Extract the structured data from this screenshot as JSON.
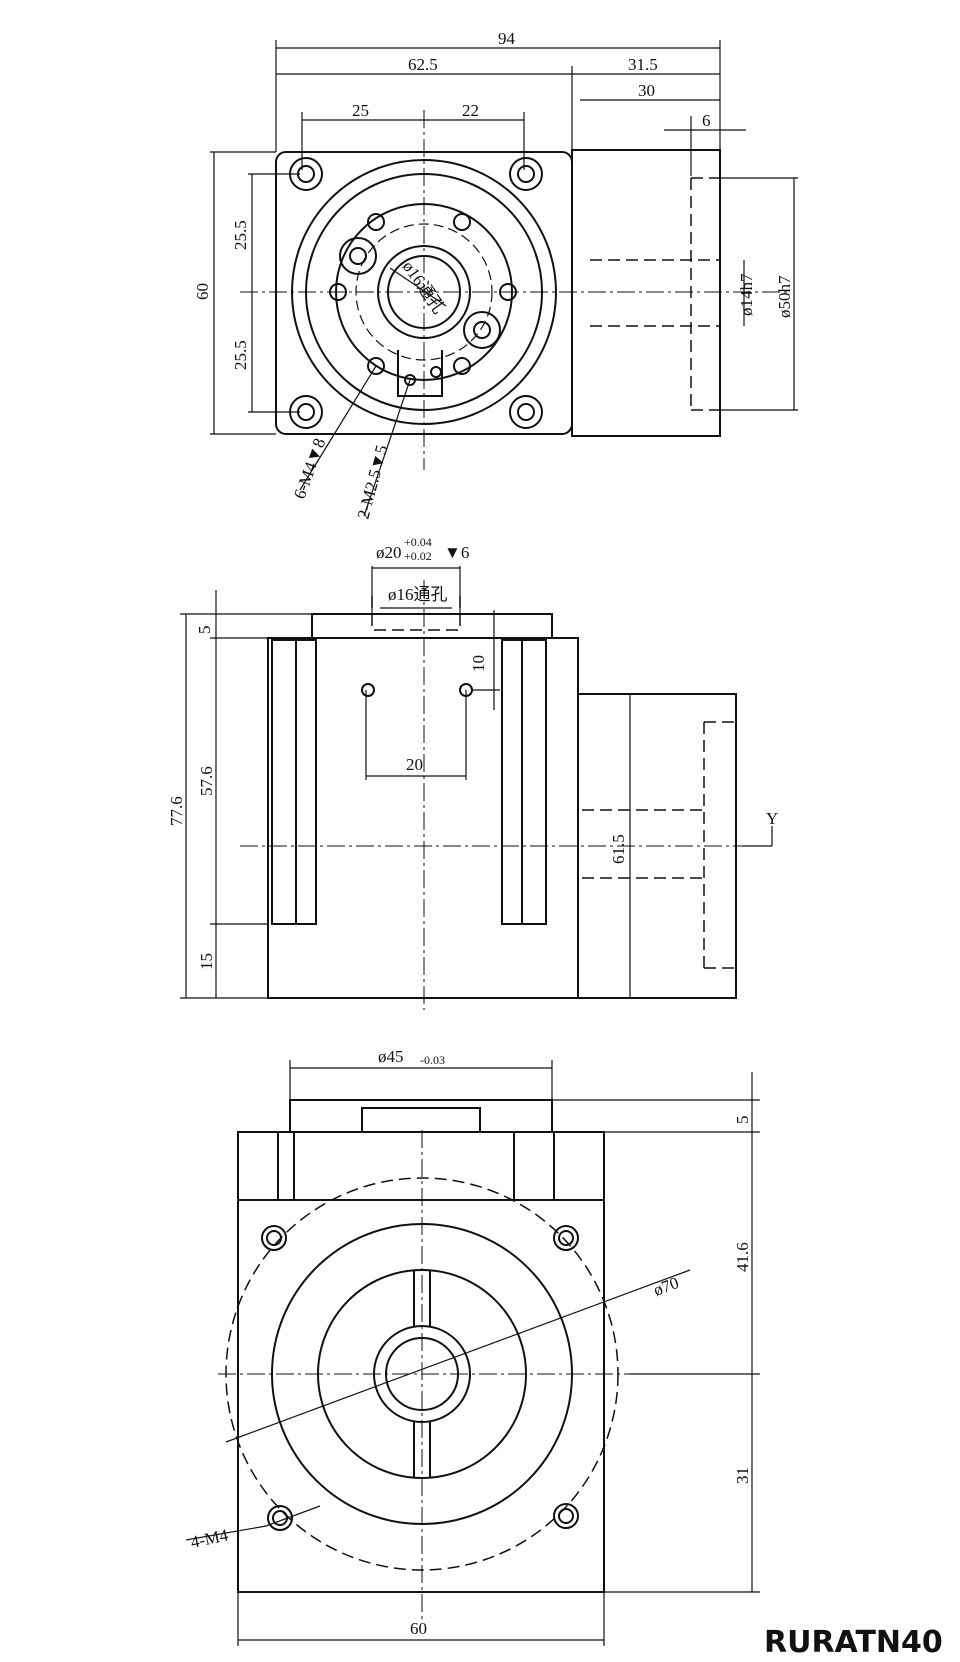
{
  "model": "RURATN40",
  "top_view": {
    "dims": {
      "overall_width": "94",
      "body_width": "62.5",
      "input_length": "31.5",
      "input_shaft": "30",
      "flange_thickness": "6",
      "left_hole_offset": "25",
      "right_hole_offset": "22",
      "height": "60",
      "upper_half": "25.5",
      "lower_half": "25.5",
      "shaft_dia": "ø14h7",
      "flange_dia": "ø50h7",
      "bore": "ø16通孔",
      "tapped_holes": "6-M4▼8",
      "small_tapped_holes": "2-M2.5▼5"
    }
  },
  "front_view": {
    "dims": {
      "counterbore": "ø20",
      "counterbore_tol_upper": "+0.04",
      "counterbore_tol_lower": "+0.02",
      "counterbore_depth": "▼6",
      "bore": "ø16通孔",
      "collar_height": "5",
      "hole_spacing_v": "10",
      "hole_spacing_h": "20",
      "total_height": "77.6",
      "body_height": "57.6",
      "base_height": "15",
      "input_center": "61.5",
      "view_mark": "Y"
    }
  },
  "side_view": {
    "dims": {
      "pilot_dia": "ø45",
      "pilot_tol": "-0.03",
      "pilot_height": "5",
      "upper_height": "41.6",
      "lower_height": "31",
      "bolt_circle": "ø70",
      "tapped_holes": "4-M4",
      "width": "60"
    }
  }
}
